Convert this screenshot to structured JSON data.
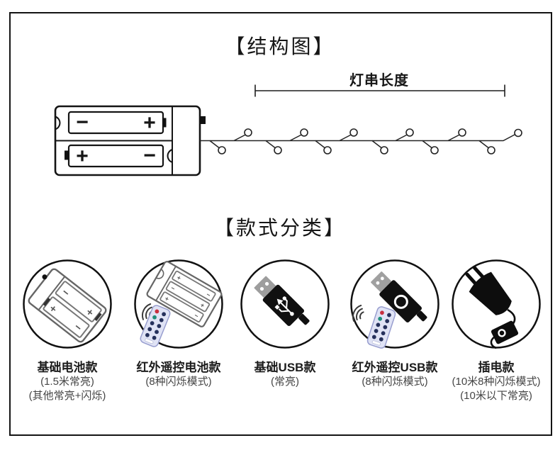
{
  "structure_section": {
    "title": "【结构图】",
    "measure_label": "灯串长度"
  },
  "battery_box": {
    "top_left": "−",
    "top_right": "+",
    "bottom_left": "+",
    "bottom_right": "−"
  },
  "symbols": {
    "plus": "+",
    "minus": "−"
  },
  "category_section": {
    "title": "【款式分类】",
    "items": [
      {
        "icon": "battery-box-icon",
        "name": "基础电池款",
        "lines": [
          "(1.5米常亮)",
          "(其他常亮+闪烁)"
        ]
      },
      {
        "icon": "remote-battery-icon",
        "name": "红外遥控电池款",
        "lines": [
          "(8种闪烁模式)"
        ]
      },
      {
        "icon": "usb-plug-icon",
        "name": "基础USB款",
        "lines": [
          "(常亮)"
        ]
      },
      {
        "icon": "remote-usb-icon",
        "name": "红外遥控USB款",
        "lines": [
          "(8种闪烁模式)"
        ]
      },
      {
        "icon": "power-plug-icon",
        "name": "插电款",
        "lines": [
          "(10米8种闪烁模式)",
          "(10米以下常亮)"
        ]
      }
    ]
  },
  "colors": {
    "ink": "#161616",
    "remote_body": "#e0e3f5",
    "button_red": "#c8303f",
    "button_teal": "#1f8e7a",
    "button_navy": "#26315c"
  }
}
